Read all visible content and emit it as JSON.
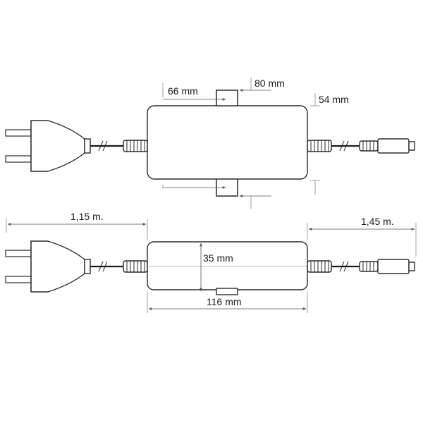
{
  "labels": {
    "dim_66": "66 mm",
    "dim_80": "80 mm",
    "dim_54": "54 mm",
    "dim_115": "1,15 m.",
    "dim_145": "1,45 m.",
    "dim_35": "35 mm",
    "dim_116": "116 mm"
  },
  "colors": {
    "line": "#2a2a2a",
    "dimension": "#555555",
    "background": "#ffffff"
  }
}
